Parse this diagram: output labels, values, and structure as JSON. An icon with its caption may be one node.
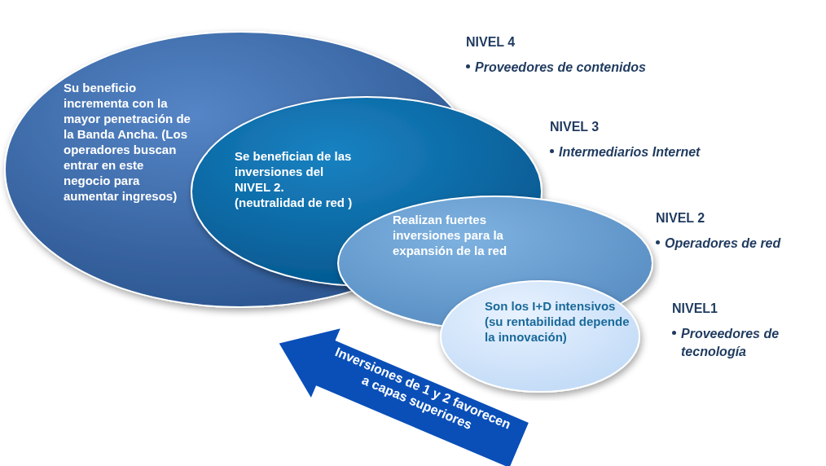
{
  "diagram": {
    "nodes": [
      {
        "text": [
          "Su beneficio incrementa  con la mayor penetración de la Banda Ancha. (Los operadores buscan entrar en este negocio para aumentar ingresos)"
        ],
        "beside": [
          "NIVEL 4",
          "Proveedores de contenidos"
        ]
      },
      {
        "text": [
          "Se benefician de las inversiones del NIVEL 2. (neutralidad  de red )"
        ],
        "beside": [
          "NIVEL 3",
          "Intermediarios Internet"
        ]
      },
      {
        "text": [
          "Realizan fuertes inversiones para la expansión de la red"
        ],
        "beside": [
          "NIVEL 2",
          "Operadores de red"
        ]
      },
      {
        "text": [
          "Son los I+D intensivos (su rentabilidad depende la innovación)"
        ],
        "beside": [
          "NIVEL1",
          "Proveedores de tecnología"
        ]
      },
      {
        "text": [
          "Inversiones de 1 y 2 favorecen a capas superiores"
        ]
      }
    ]
  }
}
